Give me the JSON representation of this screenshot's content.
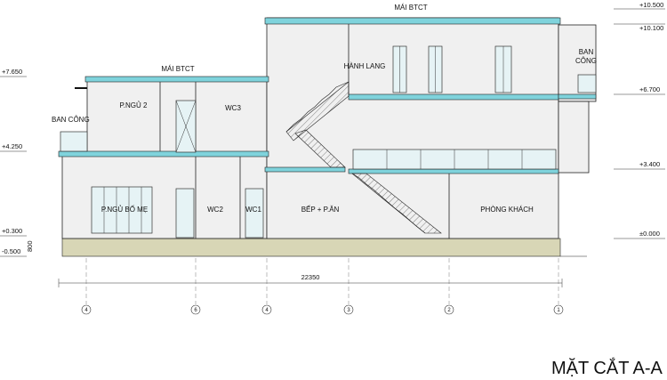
{
  "title": "MẶT CẮT A-A",
  "roof_labels": {
    "upper": "MÁI BTCT",
    "lower": "MÁI BTCT"
  },
  "rooms": {
    "balcony_left": "BAN CÔNG",
    "bedroom2": "P.NGỦ 2",
    "wc3": "WC3",
    "hallway": "HÀNH LANG",
    "balcony_right_1": "BAN",
    "balcony_right_2": "CÔNG",
    "master_bedroom": "P.NGỦ BỐ MẸ",
    "wc2": "WC2",
    "wc1": "WC1",
    "kitchen": "BẾP + P.ĂN",
    "living": "PHÒNG KHÁCH"
  },
  "levels_left": [
    "+7.650",
    "+4.250",
    "+0.300",
    "-0.500"
  ],
  "levels_right": [
    "+10.500",
    "+10.100",
    "+6.700",
    "+3.400",
    "±0.000"
  ],
  "plinth_dim": "800",
  "total_dim": "22350",
  "grid_labels": [
    "4",
    "6",
    "4",
    "3",
    "2",
    "1"
  ],
  "colors": {
    "slab": "#7fd3dc",
    "ground": "#d8d6b6",
    "wall": "#f0f0f0",
    "line": "#222222"
  }
}
